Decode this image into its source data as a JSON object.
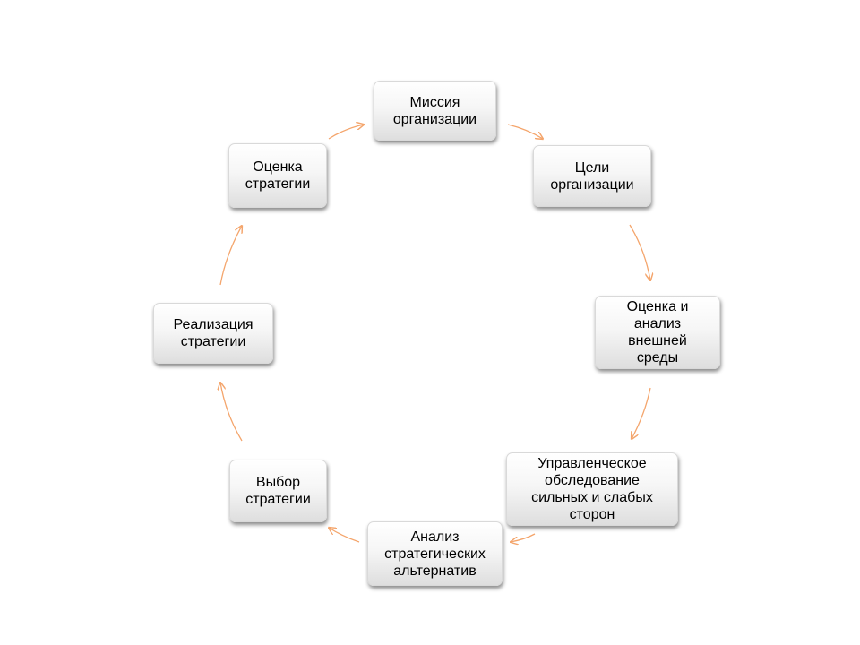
{
  "diagram": {
    "arrow_color": "#f4a56c",
    "nodes": [
      {
        "id": "mission",
        "label": "Миссия\nорганизации"
      },
      {
        "id": "goals",
        "label": "Цели\nорганизации"
      },
      {
        "id": "env",
        "label": "Оценка и\nанализ\nвнешней\nсреды"
      },
      {
        "id": "mgmt",
        "label": "Управленческое\nобследование\nсильных и слабых\nсторон"
      },
      {
        "id": "alt",
        "label": "Анализ\nстратегических\nальтернатив"
      },
      {
        "id": "choice",
        "label": "Выбор\nстратегии"
      },
      {
        "id": "impl",
        "label": "Реализация\nстратегии"
      },
      {
        "id": "eval",
        "label": "Оценка\nстратегии"
      }
    ]
  }
}
